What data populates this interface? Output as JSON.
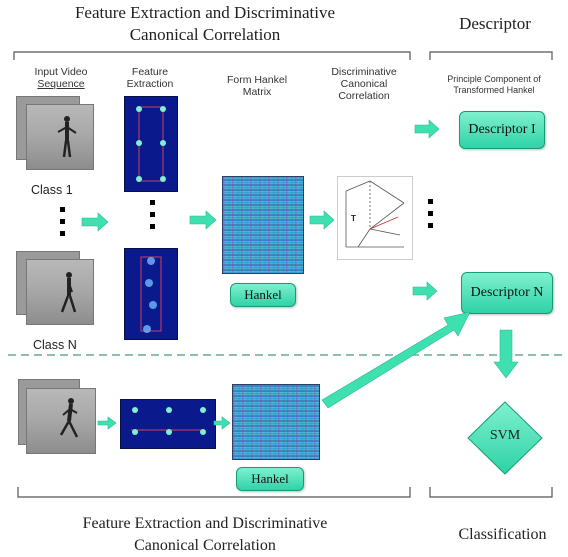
{
  "titles": {
    "top_left": [
      "Feature Extraction and Discriminative",
      "Canonical  Correlation"
    ],
    "top_right": "Descriptor",
    "bottom_left": [
      "Feature Extraction and Discriminative",
      "Canonical  Correlation"
    ],
    "bottom_right": "Classification"
  },
  "columns": {
    "input": [
      "Input Video",
      "Sequence"
    ],
    "feature": [
      "Feature",
      "Extraction"
    ],
    "hankel": [
      "Form Hankel",
      "Matrix"
    ],
    "dcc": [
      "Discriminative",
      "Canonical",
      "Correlation"
    ],
    "pca": [
      "Principle Component of",
      "Transformed Hankel"
    ]
  },
  "labels": {
    "class1": "Class 1",
    "classN": "Class N",
    "hankel_top": "Hankel",
    "hankel_bottom": "Hankel",
    "descriptor1": "Descriptor I",
    "descriptorN": "Descriptor N",
    "svm": "SVM",
    "dcc_t": "T"
  },
  "colors": {
    "arrow": "#3fe0b0",
    "button": "#2ed3a6",
    "dashed": "#6aa89a"
  }
}
